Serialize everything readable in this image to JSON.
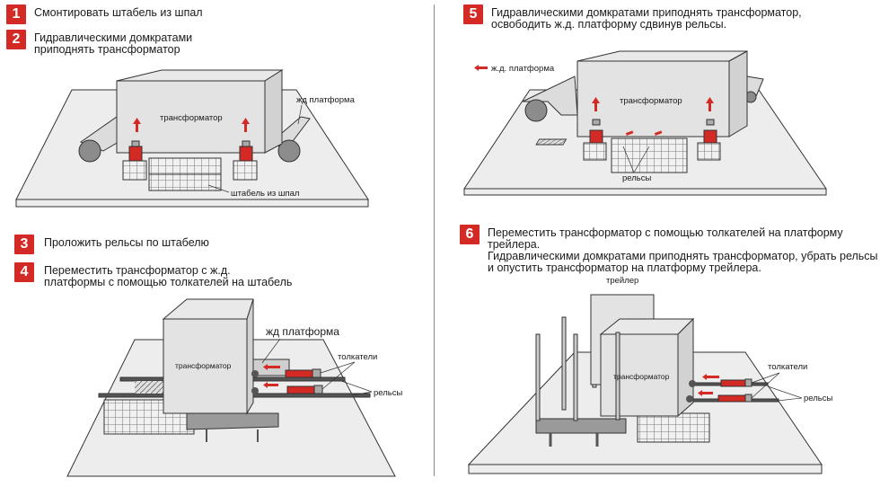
{
  "colors": {
    "accent": "#d42a25",
    "ground": "#ededed",
    "box_face": "#e6e6e6",
    "box_side": "#d6d6d6",
    "outline": "#333333",
    "divider": "#8a8a8a"
  },
  "steps": [
    {
      "number": "1",
      "text": "Смонтировать штабель из шпал"
    },
    {
      "number": "2",
      "text": "Гидравлическими домкратами\nприподнять трансформатор"
    },
    {
      "number": "3",
      "text": "Проложить рельсы  по штабелю"
    },
    {
      "number": "4",
      "text": "Переместить трансформатор с ж.д.\nплатформы с помощью толкателей на штабель"
    },
    {
      "number": "5",
      "text": "Гидравлическими домкратами приподнять трансформатор,\nосвободить ж.д. платформу сдвинув рельсы."
    },
    {
      "number": "6",
      "text": "Переместить трансформатор с помощью толкателей на платформу трейлера.\nГидравлическими домкратами приподнять трансформатор, убрать рельсы\nи опустить трансформатор на платформу трейлера."
    }
  ],
  "scenes": {
    "s12": {
      "transformer": "трансформатор",
      "rail_platform": "жд платформа",
      "sleeper_stack": "штабель из шпал"
    },
    "s5": {
      "rail_platform": "ж.д. платформа",
      "transformer": "трансформатор",
      "rails": "рельсы"
    },
    "s4": {
      "transformer": "трансформатор",
      "rail_platform": "жд платформа",
      "pushers": "толкатели",
      "rails": "рельсы"
    },
    "s6": {
      "trailer": "трейлер",
      "transformer": "трансформатор",
      "pushers": "толкатели",
      "rails": "рельсы"
    }
  }
}
